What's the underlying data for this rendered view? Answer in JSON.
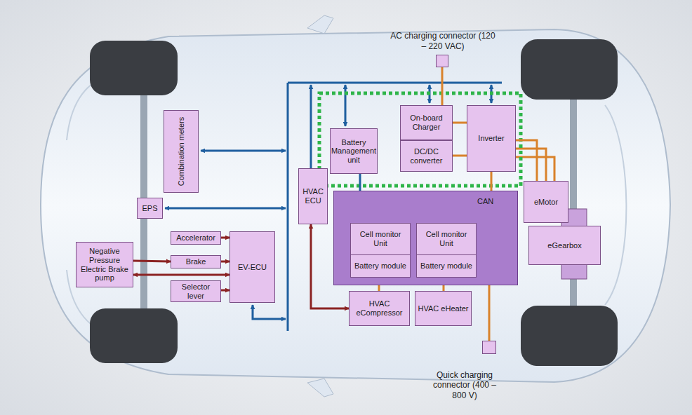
{
  "diagram": {
    "nodes": [
      {
        "text": [
          "AC charging connector (120 – 220 VAC)"
        ]
      },
      {
        "text": [
          "Combination meters"
        ]
      },
      {
        "text": [
          "Battery Management unit"
        ]
      },
      {
        "text": [
          "On-board Charger"
        ]
      },
      {
        "text": [
          "DC/DC converter"
        ]
      },
      {
        "text": [
          "Inverter"
        ]
      },
      {
        "text": [
          "EPS"
        ]
      },
      {
        "text": [
          "HVAC ECU"
        ]
      },
      {
        "text": [
          "CAN"
        ]
      },
      {
        "text": [
          "Cell monitor Unit",
          "Battery module"
        ],
        "in": 8
      },
      {
        "text": [
          "Cell monitor Unit",
          "Battery module"
        ],
        "in": 8
      },
      {
        "text": [
          "eMotor"
        ]
      },
      {
        "text": [
          "eGearbox"
        ]
      },
      {
        "text": [
          "Accelerator"
        ]
      },
      {
        "text": [
          "Brake"
        ]
      },
      {
        "text": [
          "Negative Pressure Electric Brake pump"
        ]
      },
      {
        "text": [
          "EV-ECU"
        ]
      },
      {
        "text": [
          "Selector lever"
        ]
      },
      {
        "text": [
          "HVAC eCompressor"
        ]
      },
      {
        "text": [
          "HVAC eHeater"
        ]
      },
      {
        "text": [
          "Quick charging connector (400 – 800 V)"
        ]
      }
    ],
    "edges": [
      {
        "from": 13,
        "to": 16,
        "arrow": "to"
      },
      {
        "from": 14,
        "to": 16,
        "arrow": "to"
      },
      {
        "from": 15,
        "to": 14,
        "arrow": "to"
      },
      {
        "from": 16,
        "to": 15,
        "arrow": "both"
      },
      {
        "from": 17,
        "to": 16,
        "arrow": "to"
      },
      {
        "from": 7,
        "to": 18,
        "arrow": "both"
      },
      {
        "from": 8,
        "to": 9,
        "arrow": "both"
      },
      {
        "from": 8,
        "to": 10,
        "arrow": "both"
      },
      {
        "from": 0,
        "to": 3,
        "arrow": "none"
      },
      {
        "from": 3,
        "to": 5,
        "arrow": "none"
      },
      {
        "from": 4,
        "to": 5,
        "arrow": "none"
      },
      {
        "from": 5,
        "to": 11,
        "arrow": "none"
      },
      {
        "from": 5,
        "to": 8,
        "arrow": "none"
      },
      {
        "from": 8,
        "to": 18,
        "arrow": "none"
      },
      {
        "from": 8,
        "to": 19,
        "arrow": "none"
      },
      {
        "from": 8,
        "to": 20,
        "arrow": "none"
      },
      {
        "from": 2,
        "to": 8,
        "arrow": "none"
      }
    ]
  }
}
